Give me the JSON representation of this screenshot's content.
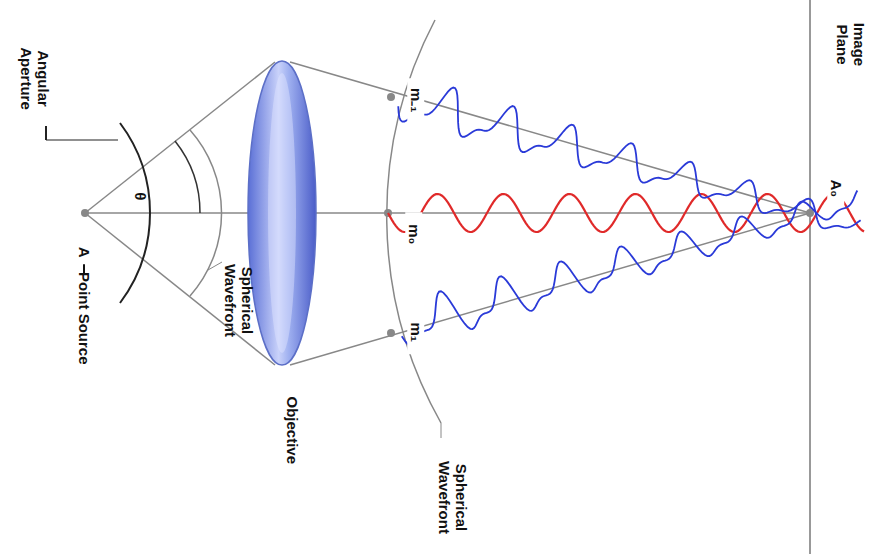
{
  "diagram": {
    "labels": [
      "Angular Aperture",
      "θ",
      "A",
      "Point Source",
      "Spherical Wavefront",
      "Objective",
      "m₋₁",
      "m₀",
      "m₁",
      "Spherical Wavefront",
      "Image Plane",
      "A₀"
    ]
  }
}
